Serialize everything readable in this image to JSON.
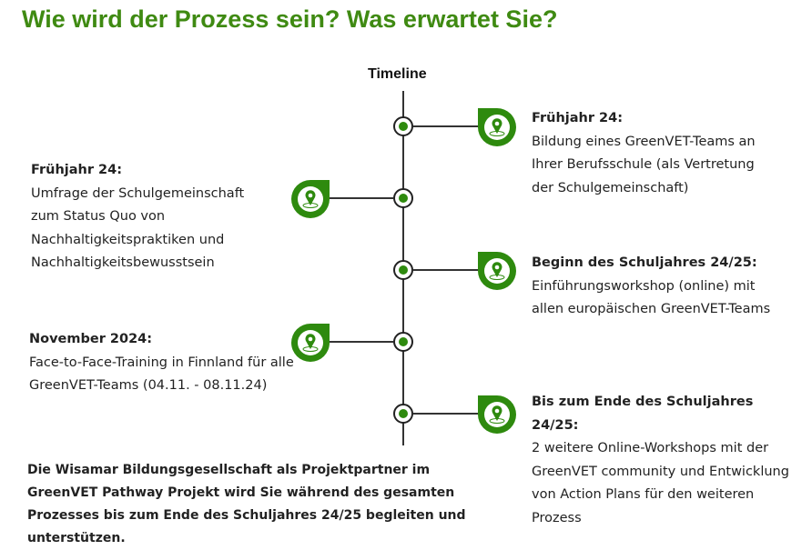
{
  "title": "Wie wird der Prozess sein? Was erwartet Sie?",
  "timeline_label": "Timeline",
  "events": [
    {
      "heading": "Frühjahr 24:",
      "text": "Bildung eines GreenVET-Teams an Ihrer Berufsschule (als Vertretung der Schulgemeinschaft)",
      "side": "right",
      "icon": "map-pin-icon"
    },
    {
      "heading": "Frühjahr 24:",
      "text": "Umfrage der Schulgemeinschaft zum Status Quo von Nachhaltigkeitspraktiken und Nachhaltigkeitsbewusstsein",
      "side": "left",
      "icon": "map-pin-icon"
    },
    {
      "heading": "Beginn des Schuljahres 24/25:",
      "text": "Einführungsworkshop (online) mit allen europäischen GreenVET-Teams",
      "side": "right",
      "icon": "map-pin-icon"
    },
    {
      "heading": "November 2024:",
      "text": "Face-to-Face-Training in Finnland für alle GreenVET-Teams (04.11. - 08.11.24)",
      "side": "left",
      "icon": "map-pin-icon"
    },
    {
      "heading": "Bis zum Ende des Schuljahres 24/25:",
      "text": "2 weitere Online-Workshops mit der GreenVET community und Entwicklung von Action Plans für den weiteren Prozess",
      "side": "right",
      "icon": "map-pin-icon"
    }
  ],
  "footer": "Die Wisamar Bildungsgesellschaft als Projektpartner im GreenVET Pathway Projekt wird Sie während des gesamten Prozesses bis zum Ende des Schuljahres 24/25 begleiten und unterstützen.",
  "colors": {
    "accent": "#2e8a0e",
    "title": "#3f8a12"
  }
}
